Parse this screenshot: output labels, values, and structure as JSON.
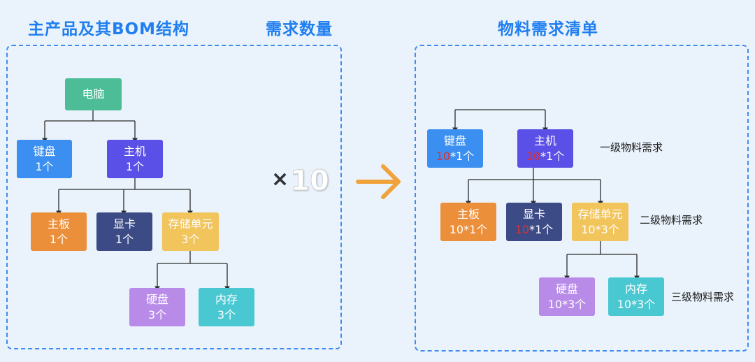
{
  "headings": {
    "left": "主产品及其BOM结构",
    "qty": "需求数量",
    "right": "物料需求清单"
  },
  "multiplier": {
    "symbol": "×",
    "value": "10"
  },
  "colors": {
    "background": "#eaf3fb",
    "accent": "#1f7ef0",
    "computer": "#4dbd98",
    "keyboard": "#3b8ff0",
    "host": "#5a4fe6",
    "motherboard": "#ec8f3b",
    "gpu": "#3c4b86",
    "storage": "#f1c45c",
    "harddisk": "#b88be9",
    "memory": "#4ac8d1",
    "highlight": "#e0302f",
    "arrow": "#f0a33c"
  },
  "left_tree": {
    "root": {
      "name": "电脑"
    },
    "keyboard": {
      "name": "键盘",
      "qty": "1个"
    },
    "host": {
      "name": "主机",
      "qty": "1个"
    },
    "motherboard": {
      "name": "主板",
      "qty": "1个"
    },
    "gpu": {
      "name": "显卡",
      "qty": "1个"
    },
    "storage": {
      "name": "存储单元",
      "qty": "3个"
    },
    "harddisk": {
      "name": "硬盘",
      "qty": "3个"
    },
    "memory": {
      "name": "内存",
      "qty": "3个"
    }
  },
  "right_tree": {
    "keyboard": {
      "name": "键盘",
      "factor": "10",
      "rest": "*1个"
    },
    "host": {
      "name": "主机",
      "factor": "10",
      "rest": "*1个"
    },
    "motherboard": {
      "name": "主板",
      "factor": "10",
      "rest": "*1个"
    },
    "gpu": {
      "name": "显卡",
      "factor": "10",
      "rest": "*1个"
    },
    "storage": {
      "name": "存储单元",
      "factor": "10",
      "rest": "*3个"
    },
    "harddisk": {
      "name": "硬盘",
      "qty": "10*3个"
    },
    "memory": {
      "name": "内存",
      "qty": "10*3个"
    }
  },
  "levels": {
    "level1": "一级物料需求",
    "level2": "二级物料需求",
    "level3": "三级物料需求"
  }
}
